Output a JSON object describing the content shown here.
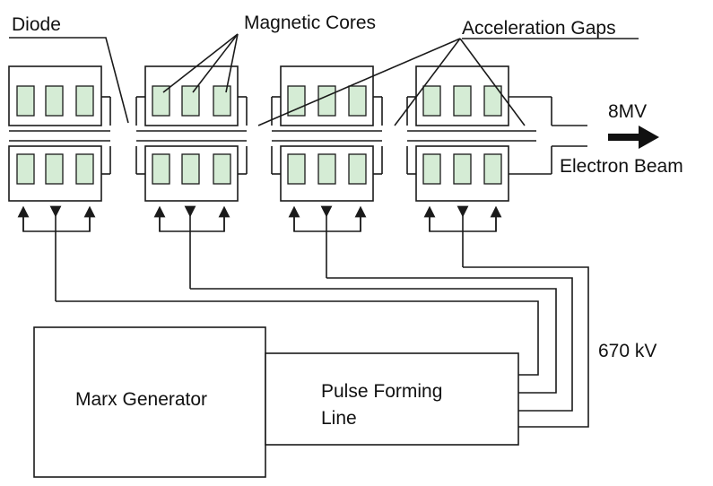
{
  "labels": {
    "diode": "Diode",
    "magnetic_cores": "Magnetic Cores",
    "acceleration_gaps": "Acceleration Gaps",
    "voltage_out": "8MV",
    "electron_beam": "Electron Beam",
    "feed_voltage": "670 kV",
    "marx_generator": "Marx Generator",
    "pulse_forming_line_1": "Pulse Forming",
    "pulse_forming_line_2": "Line"
  },
  "colors": {
    "core_fill": "#d5ecd5",
    "line": "#1a1a1a",
    "text": "#111111"
  },
  "structure": {
    "cavity_count": 4,
    "cores_per_half": 3
  }
}
